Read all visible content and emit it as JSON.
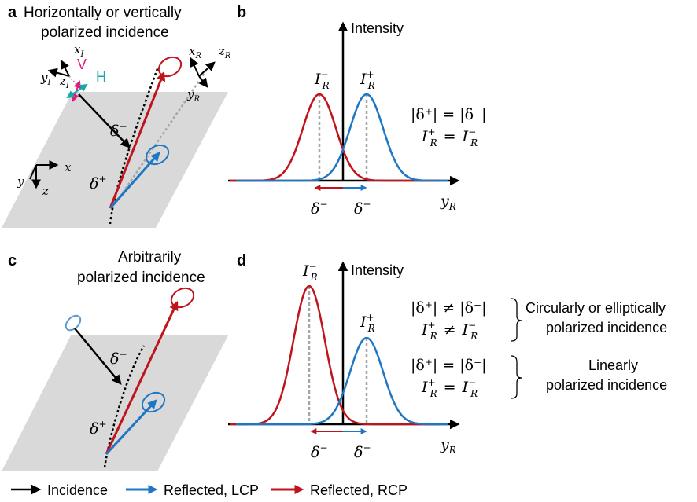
{
  "colors": {
    "incidence": "#000000",
    "lcp": "#1f77c4",
    "rcp": "#c0141c",
    "v_axis": "#e6197c",
    "h_axis": "#16a9a9",
    "plane": "#d9d9d9",
    "guide": "#a6a6a6"
  },
  "panel_a": {
    "letter": "a",
    "title_line1": "Horizontally or vertically",
    "title_line2": "polarized incidence",
    "coords": {
      "x_i": "x",
      "x_i_sub": "I",
      "y_i": "y",
      "y_i_sub": "I",
      "z_i": "z",
      "z_i_sub": "I",
      "v": "V",
      "h": "H",
      "x_r": "x",
      "x_r_sub": "R",
      "z_r": "z",
      "z_r_sub": "R",
      "y_r": "y",
      "y_r_sub": "R",
      "x": "x",
      "y": "y",
      "z": "z"
    },
    "delta_minus": "δ",
    "delta_minus_sup": "−",
    "delta_plus": "δ",
    "delta_plus_sup": "+"
  },
  "panel_b": {
    "letter": "b",
    "axis_label": "Intensity",
    "x_axis_label": "y",
    "x_axis_sub": "R",
    "peak_left": "I",
    "peak_left_sub": "R",
    "peak_left_sup": "−",
    "peak_right": "I",
    "peak_right_sub": "R",
    "peak_right_sup": "+",
    "shift_left": "δ",
    "shift_left_sup": "−",
    "shift_right": "δ",
    "shift_right_sup": "+",
    "eq1": "|δ⁺| = |δ⁻|",
    "eq2_lhs": "I",
    "eq2_lhs_sub": "R",
    "eq2_lhs_sup": "+",
    "eq2_op": "=",
    "eq2_rhs": "I",
    "eq2_rhs_sub": "R",
    "eq2_rhs_sup": "−"
  },
  "panel_c": {
    "letter": "c",
    "title_line1": "Arbitrarily",
    "title_line2": "polarized incidence",
    "delta_minus": "δ",
    "delta_minus_sup": "−",
    "delta_plus": "δ",
    "delta_plus_sup": "+"
  },
  "panel_d": {
    "letter": "d",
    "axis_label": "Intensity",
    "x_axis_label": "y",
    "x_axis_sub": "R",
    "peak_left": "I",
    "peak_left_sub": "R",
    "peak_left_sup": "−",
    "peak_right": "I",
    "peak_right_sub": "R",
    "peak_right_sup": "+",
    "shift_left": "δ",
    "shift_left_sup": "−",
    "shift_right": "δ",
    "shift_right_sup": "+",
    "case1_eq1": "|δ⁺| ≠ |δ⁻|",
    "case1_eq2_lhs": "I",
    "case1_eq2_op": "≠",
    "case1_eq2_rhs": "I",
    "case1_label_line1": "Circularly or elliptically",
    "case1_label_line2": "polarized incidence",
    "case2_eq1": "|δ⁺| = |δ⁻|",
    "case2_eq2_lhs": "I",
    "case2_eq2_op": "=",
    "case2_eq2_rhs": "I",
    "case2_label_line1": "Linearly",
    "case2_label_line2": "polarized incidence",
    "sub": "R",
    "sup_plus": "+",
    "sup_minus": "−"
  },
  "legend": {
    "incidence": "Incidence",
    "lcp": "Reflected, LCP",
    "rcp": "Reflected, RCP"
  }
}
